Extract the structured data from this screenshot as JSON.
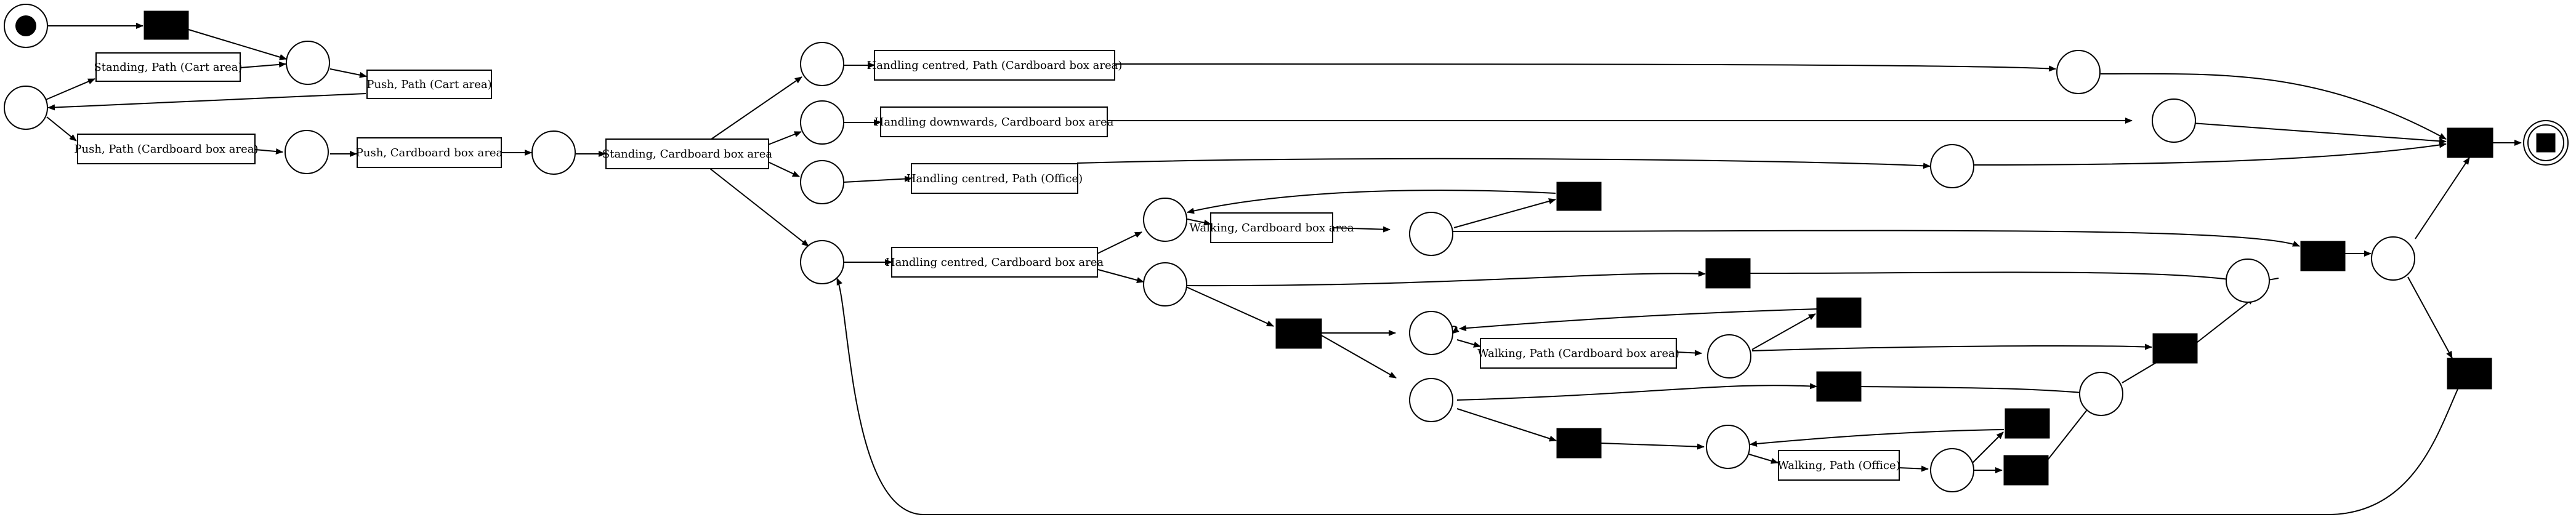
{
  "colors": {
    "line": "#000000",
    "fill": "#ffffff",
    "silent": "#000000"
  },
  "labels": {
    "t_stand_cart": "Standing, Path (Cart area)",
    "t_push_cart": "Push, Path (Cart area)",
    "t_push_path_cb": "Push, Path (Cardboard box area)",
    "t_push_cb": "Push, Cardboard box area",
    "t_stand_cb": "Standing, Cardboard box area",
    "t_hc_path_cb": "Handling centred, Path (Cardboard box area)",
    "t_hd_cb": "Handling downwards, Cardboard box area",
    "t_hc_path_office": "Handling centred, Path (Office)",
    "t_walk_cb": "Walking, Cardboard box area",
    "t_hc_cb": "Handling centred, Cardboard box area",
    "t_walk_path_cb": "Walking, Path (Cardboard box area)",
    "t_walk_path_office": "Walking, Path (Office)"
  }
}
